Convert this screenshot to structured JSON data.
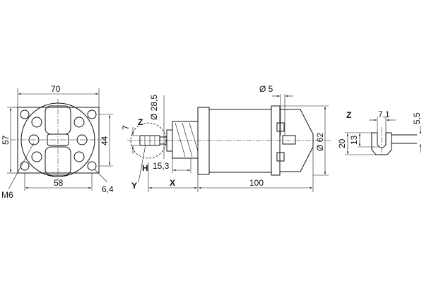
{
  "front_view": {
    "width": "70",
    "height": "57",
    "hole_spacing_v": "44",
    "hole_spacing_h": "58",
    "thread": "M6",
    "hole_dia": "6,4"
  },
  "side_view": {
    "detail_z": "Z",
    "dim_7": "7",
    "plunger_dia": "Ø 28,5",
    "h_label": "H",
    "h_value": "15,3",
    "y_label": "Y",
    "x_label": "X",
    "length": "100",
    "terminal_dia": "Ø 5",
    "body_dia": "Ø 62"
  },
  "detail_z": {
    "title": "Z",
    "slot_width": "7,1",
    "thickness": "5,5",
    "height": "20",
    "slot_depth": "13"
  }
}
